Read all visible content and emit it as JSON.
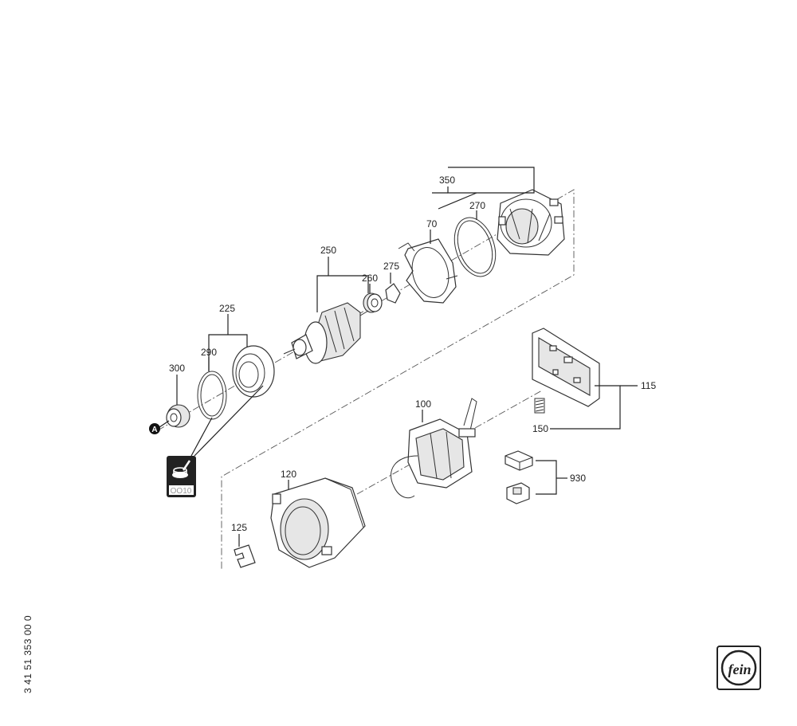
{
  "callouts": {
    "p350": "350",
    "p270": "270",
    "p70": "70",
    "p250": "250",
    "p275": "275",
    "p260": "260",
    "p225": "225",
    "p290": "290",
    "p300": "300",
    "p100": "100",
    "p115": "115",
    "p150": "150",
    "p930": "930",
    "p120": "120",
    "p125": "125"
  },
  "marker_a": "A",
  "grease_badge": {
    "code": "OO10",
    "icon": "grease-brush-icon"
  },
  "document_number": "3 41 51 353 00 0",
  "logo": {
    "text": "fein",
    "name": "fein-logo"
  }
}
